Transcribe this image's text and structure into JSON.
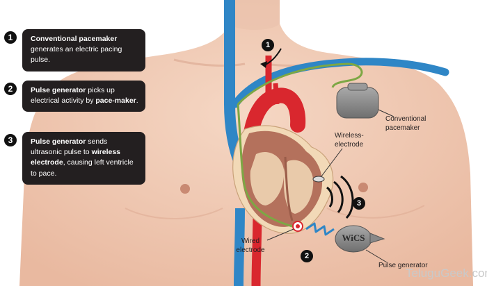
{
  "steps": [
    {
      "number": "1",
      "bold1": "Conventional pacemaker",
      "text1": "generates an electric pacing pulse.",
      "bold2": "",
      "text2": ""
    },
    {
      "number": "2",
      "bold1": "Pulse generator",
      "text1": " picks up electrical activity by ",
      "bold2": "pace-maker",
      "text2": "."
    },
    {
      "number": "3",
      "bold1": "Pulse generator",
      "text1": " sends ultrasonic pulse to ",
      "bold2": "wireless electrode",
      "text2": ", causing left ventricle to pace."
    }
  ],
  "labels": {
    "conventional_pacemaker": "Conventional pacemaker",
    "wireless_electrode": "Wireless-electrode",
    "wired_electrode": "Wired electrode",
    "pulse_generator": "Pulse generator"
  },
  "markers": {
    "one": "1",
    "two": "2",
    "three": "3"
  },
  "device_text": "WiCS",
  "watermark": "TeluguGeek.com",
  "colors": {
    "skin": "#f1cdb8",
    "skin_shadow": "#e2b097",
    "vein": "#2f86c6",
    "artery": "#d9272e",
    "heart_muscle": "#b4715c",
    "pericardium": "#f2d9b7",
    "lead": "#7da744",
    "device": "#8c8c8c",
    "box": "#231f20"
  }
}
